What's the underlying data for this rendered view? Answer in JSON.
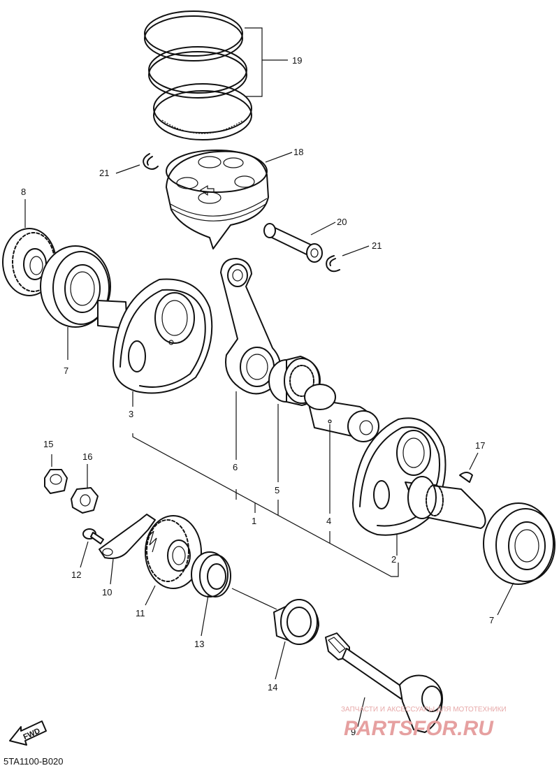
{
  "diagram": {
    "labels": {
      "p1": "1",
      "p2": "2",
      "p3": "3",
      "p4": "4",
      "p5": "5",
      "p6": "6",
      "p7a": "7",
      "p7b": "7",
      "p8": "8",
      "p9": "9",
      "p10": "10",
      "p11": "11",
      "p12": "12",
      "p13": "13",
      "p14": "14",
      "p15": "15",
      "p16": "16",
      "p17": "17",
      "p18": "18",
      "p19": "19",
      "p20": "20",
      "p21a": "21",
      "p21b": "21"
    },
    "fwd_label": "FWD",
    "diagram_code": "5TA1100-B020",
    "watermark": {
      "tagline": "ЗАПЧАСТИ И АКСЕССУАРЫ ДЛЯ МОТОТЕХНИКИ",
      "brand": "PARTSFOR.RU"
    }
  }
}
